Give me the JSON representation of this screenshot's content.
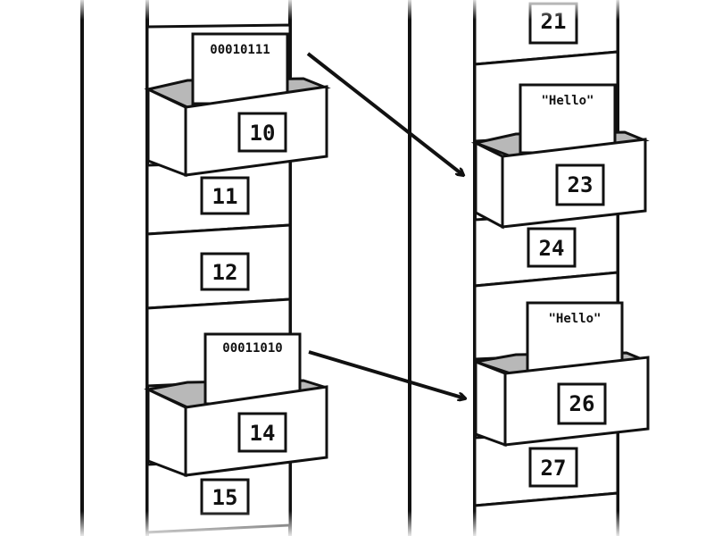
{
  "left_cabinet": {
    "drawers": [
      {
        "number": "10",
        "open": true,
        "slip": "00010111"
      },
      {
        "number": "11",
        "open": false
      },
      {
        "number": "12",
        "open": false
      },
      {
        "number": "",
        "open": false
      },
      {
        "number": "14",
        "open": true,
        "slip": "00011010"
      },
      {
        "number": "15",
        "open": false
      }
    ]
  },
  "right_cabinet": {
    "drawers": [
      {
        "number": "21",
        "open": false
      },
      {
        "number": "23",
        "open": true,
        "slip": "\"Hello\""
      },
      {
        "number": "24",
        "open": false
      },
      {
        "number": "26",
        "open": true,
        "slip": "\"Hello\""
      },
      {
        "number": "27",
        "open": false
      }
    ]
  },
  "pointers": [
    {
      "from": "00010111",
      "to": "23"
    },
    {
      "from": "00011010",
      "to": "26"
    }
  ],
  "colors": {
    "ink": "#111111",
    "paper": "#ffffff",
    "shadow": "#b8b8b8"
  }
}
